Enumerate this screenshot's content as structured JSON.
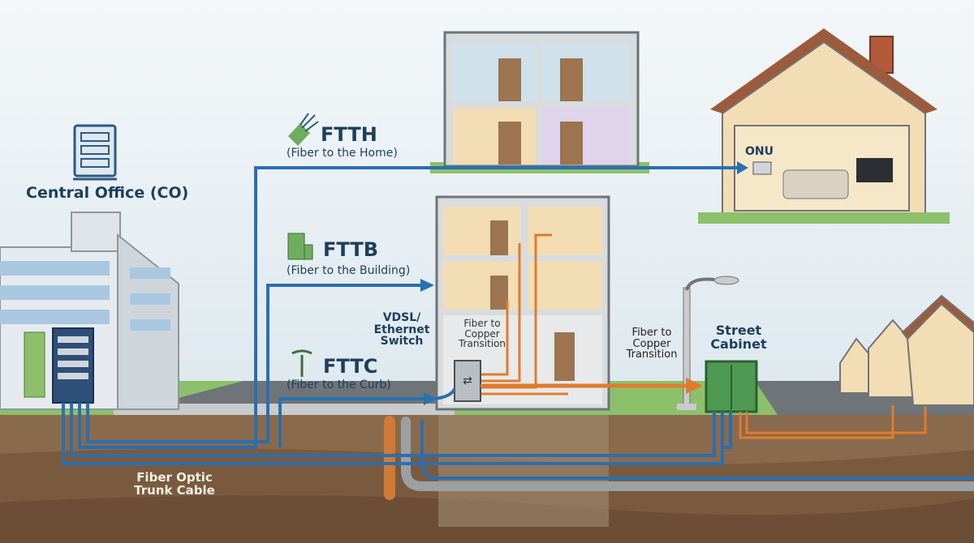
{
  "labels": {
    "central_office": "Central Office (CO)",
    "ftth": {
      "title": "FTTH",
      "subtitle": "(Fiber to the Home)"
    },
    "fttb": {
      "title": "FTTB",
      "subtitle": "(Fiber to the Building)"
    },
    "fttc": {
      "title": "FTTC",
      "subtitle": "(Fiber to the Curb)"
    },
    "onu": "ONU",
    "vdsl_switch": "VDSL/\nEthernet\nSwitch",
    "building_transition": "Fiber to\nCopper\nTransition",
    "curb_transition": "Fiber to\nCopper\nTransition",
    "street_cabinet": "Street\nCabinet",
    "trunk_cable": "Fiber Optic\nTrunk Cable"
  },
  "colors": {
    "fiber": "#2a6fb0",
    "copper": "#e07b2e",
    "text": "#1d3f5e",
    "cabinet": "#4e9a52",
    "soil": "#8a6a4c"
  },
  "icons": [
    "server-rack-icon",
    "fiber-optic-icon",
    "office-building-icon",
    "street-light-icon",
    "switch-arrows-icon"
  ]
}
